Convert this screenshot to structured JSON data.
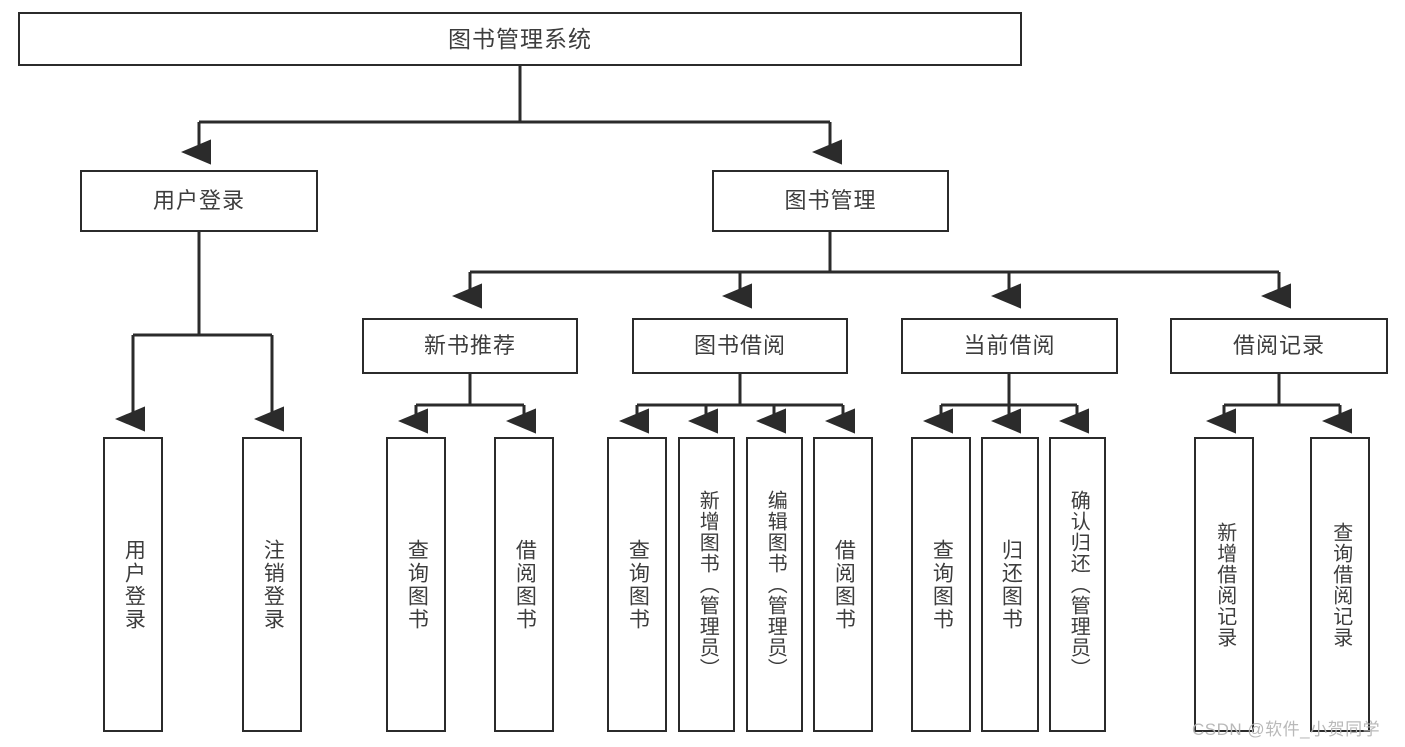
{
  "diagram": {
    "title": "图书管理系统",
    "type": "functional-structure-tree",
    "watermark": "CSDN @软件_小贺同学",
    "colors": {
      "box_border": "#2b2b2b",
      "box_fill": "#ffffff",
      "edge": "#2b2b2b",
      "text": "#3d3d3d",
      "watermark": "#b4b4b4",
      "background": "#ffffff"
    },
    "levels": {
      "level1": [
        {
          "id": "root",
          "label": "图书管理系统"
        }
      ],
      "level2": [
        {
          "id": "user-login",
          "label": "用户登录"
        },
        {
          "id": "book-management",
          "label": "图书管理"
        }
      ],
      "level3": [
        {
          "id": "new-book-recommend",
          "label": "新书推荐"
        },
        {
          "id": "book-borrow",
          "label": "图书借阅"
        },
        {
          "id": "current-borrow",
          "label": "当前借阅"
        },
        {
          "id": "borrow-record",
          "label": "借阅记录"
        }
      ],
      "level4": [
        {
          "id": "leaf-user-login",
          "label": "用户登录",
          "parent": "user-login"
        },
        {
          "id": "leaf-user-logout",
          "label": "注销登录",
          "parent": "user-login"
        },
        {
          "id": "leaf-query-book-1",
          "label": "查询图书",
          "parent": "new-book-recommend"
        },
        {
          "id": "leaf-borrow-book-1",
          "label": "借阅图书",
          "parent": "new-book-recommend"
        },
        {
          "id": "leaf-query-book-2",
          "label": "查询图书",
          "parent": "book-borrow"
        },
        {
          "id": "leaf-add-book",
          "label": "新增图书（管理员）",
          "parent": "book-borrow"
        },
        {
          "id": "leaf-edit-book",
          "label": "编辑图书（管理员）",
          "parent": "book-borrow"
        },
        {
          "id": "leaf-borrow-book-2",
          "label": "借阅图书",
          "parent": "book-borrow"
        },
        {
          "id": "leaf-query-book-3",
          "label": "查询图书",
          "parent": "current-borrow"
        },
        {
          "id": "leaf-return-book",
          "label": "归还图书",
          "parent": "current-borrow"
        },
        {
          "id": "leaf-confirm-return",
          "label": "确认归还（管理员）",
          "parent": "current-borrow"
        },
        {
          "id": "leaf-add-record",
          "label": "新增借阅记录",
          "parent": "borrow-record"
        },
        {
          "id": "leaf-query-record",
          "label": "查询借阅记录",
          "parent": "borrow-record"
        }
      ]
    }
  }
}
